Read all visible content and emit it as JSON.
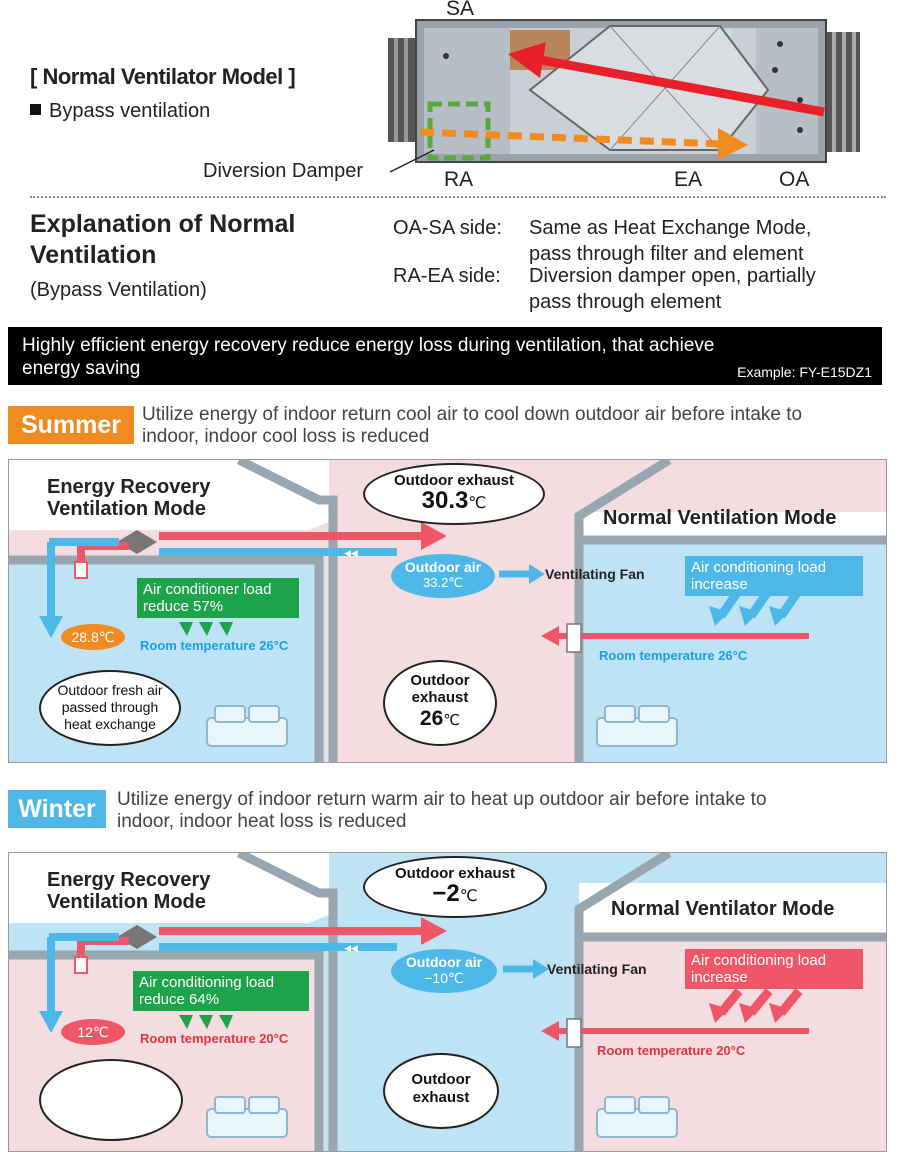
{
  "header": {
    "model_title": "[ Normal Ventilator Model ]",
    "mode_label": "Bypass ventilation",
    "damper_label": "Diversion Damper",
    "ports": {
      "sa": "SA",
      "ra": "RA",
      "ea": "EA",
      "oa": "OA"
    }
  },
  "explanation": {
    "title_line1": "Explanation of Normal",
    "title_line2": "Ventilation",
    "subtitle": "(Bypass Ventilation)",
    "rows": [
      {
        "key": "OA-SA side:",
        "line1": "Same as Heat Exchange Mode,",
        "line2": "pass through filter and element"
      },
      {
        "key": "RA-EA side:",
        "line1": "Diversion damper open, partially",
        "line2": "pass through element"
      }
    ]
  },
  "banner": {
    "line1": "Highly efficient energy recovery reduce energy loss during ventilation, that achieve",
    "line2": "energy saving",
    "example": "Example: FY-E15DZ1"
  },
  "summer": {
    "badge": "Summer",
    "desc_line1": "Utilize energy of indoor return cool air to cool down outdoor air before intake to",
    "desc_line2": "indoor, indoor cool loss is reduced",
    "left_title_line1": "Energy Recovery",
    "left_title_line2": "Ventilation Mode",
    "right_title": "Normal Ventilation Mode",
    "exhaust_top_label": "Outdoor exhaust",
    "exhaust_top_value": "30.3",
    "exhaust_top_unit": "℃",
    "outdoor_air_label": "Outdoor air",
    "outdoor_air_value": "33.2℃",
    "fan_label": "Ventilating Fan",
    "reduce_line1": "Air conditioner load",
    "reduce_line2": "reduce 57%",
    "increase_line1": "Air conditioning load",
    "increase_line2": "increase",
    "room_temp_left": "Room temperature 26°C",
    "room_temp_right": "Room temperature 26°C",
    "supply_temp": "28.8℃",
    "fresh_line1": "Outdoor fresh air",
    "fresh_line2": "passed through",
    "fresh_line3": "heat exchange",
    "exhaust_mid_line1": "Outdoor",
    "exhaust_mid_line2": "exhaust",
    "exhaust_mid_value": "26",
    "exhaust_mid_unit": "℃",
    "colors": {
      "accent": "#f18a1f",
      "room": "#bde3f4",
      "outdoor": "#f4dde0"
    }
  },
  "winter": {
    "badge": "Winter",
    "desc_line1": "Utilize energy of indoor return warm air to heat up outdoor air before intake to",
    "desc_line2": "indoor, indoor heat loss is reduced",
    "left_title_line1": "Energy Recovery",
    "left_title_line2": "Ventilation Mode",
    "right_title": "Normal Ventilator Mode",
    "exhaust_top_label": "Outdoor exhaust",
    "exhaust_top_value": "−2",
    "exhaust_top_unit": "℃",
    "outdoor_air_label": "Outdoor air",
    "outdoor_air_value": "−10℃",
    "fan_label": "Ventilating Fan",
    "reduce_line1": "Air conditioning load",
    "reduce_line2": "reduce 64%",
    "increase_line1": "Air conditioning load",
    "increase_line2": "increase",
    "room_temp_left": "Room temperature 20°C",
    "room_temp_right": "Room temperature 20°C",
    "supply_temp": "12℃",
    "exhaust_mid_line1": "Outdoor",
    "exhaust_mid_line2": "exhaust",
    "colors": {
      "accent": "#4db8e8",
      "room": "#f4dde0",
      "outdoor": "#bde3f4"
    }
  }
}
